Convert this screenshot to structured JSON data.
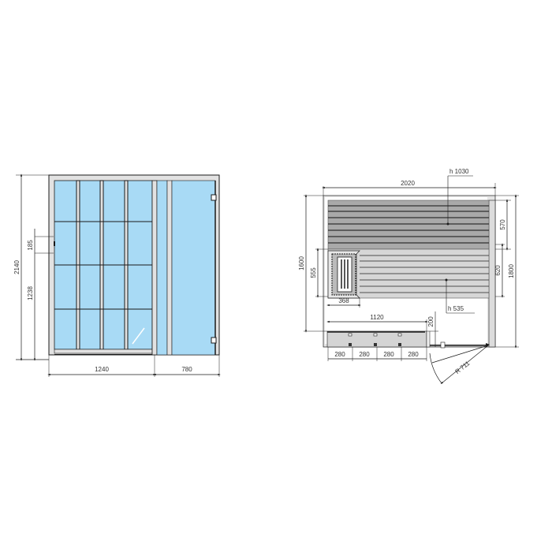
{
  "colors": {
    "glass": "#a8daf5",
    "frame": "#e2e2e2",
    "line": "#1a1a1a",
    "bench_dark": "#a9a9a9",
    "bench_light": "#d6d6d6",
    "floor": "#d4d4d4"
  },
  "front_elevation": {
    "dims": {
      "total_height": "2140",
      "handle_span": "185",
      "handle_height": "1238",
      "left_width": "1240",
      "right_width": "780"
    },
    "grid": {
      "columns": 4,
      "rows": 4
    }
  },
  "floor_plan": {
    "dims": {
      "total_width": "2020",
      "total_depth": "1600",
      "outer_depth": "1800",
      "upper_bench_depth": "570",
      "lower_bench_depth": "620",
      "heater_depth": "555",
      "heater_width": "368",
      "floor_rail_width": "1120",
      "rail_offset": "200",
      "rail_segments": [
        "280",
        "280",
        "280",
        "280"
      ],
      "door_radius": "R 711"
    },
    "labels": {
      "upper_bench_height": "h 1030",
      "lower_bench_height": "h 535"
    }
  }
}
